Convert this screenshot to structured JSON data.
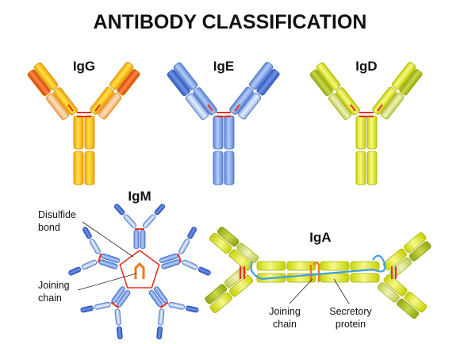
{
  "title": "ANTIBODY CLASSIFICATION",
  "antibodies": {
    "igg": "IgG",
    "ige": "IgE",
    "igd": "IgD",
    "igm": "IgM",
    "iga": "IgA"
  },
  "annotations": {
    "igm_disulfide_line1": "Disulfide",
    "igm_disulfide_line2": "bond",
    "igm_joining_line1": "Joining",
    "igm_joining_line2": "chain",
    "iga_joining_line1": "Joining",
    "iga_joining_line2": "chain",
    "iga_secretory_line1": "Secretory",
    "iga_secretory_line2": "protein"
  },
  "colors": {
    "igg": {
      "heavy": "#f5b400",
      "heavy_light": "#ffd800",
      "light_dark": "#e8531c",
      "light_pale": "#ffc98a"
    },
    "ige": {
      "heavy": "#6b93e0",
      "heavy_light": "#9cbcf2",
      "light_dark": "#3d62c9",
      "light_pale": "#c3d6f7"
    },
    "igd": {
      "heavy": "#d6e000",
      "heavy_light": "#eef24a",
      "light_dark": "#a9b81c",
      "light_pale": "#dde68a"
    },
    "disulfide": "#e53022",
    "joining_chain": "#f07a18",
    "secretory_protein": "#3d9fe0"
  }
}
